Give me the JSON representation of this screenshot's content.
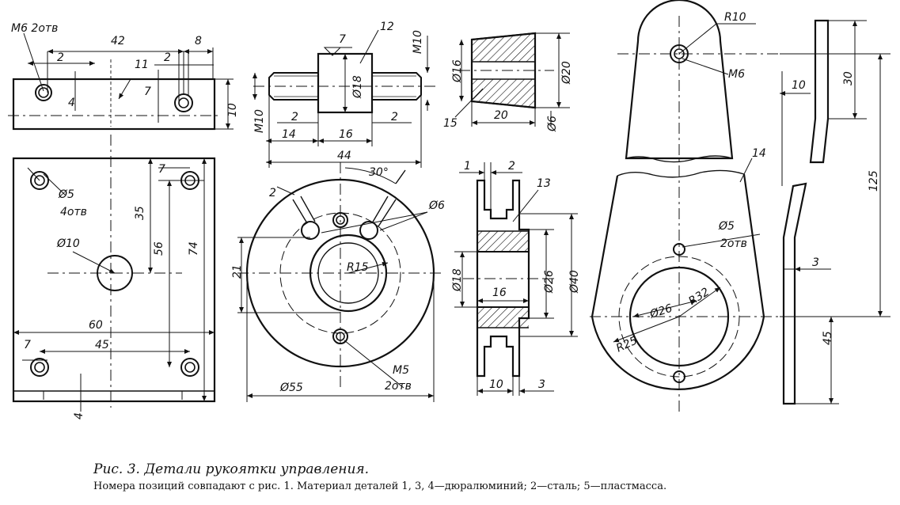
{
  "figure": {
    "caption_title": "Рис. 3. Детали рукоятки управления.",
    "caption_text": "Номера позиций совпадают с рис. 1. Материал деталей 1, 3, 4—дюралюминий; 2—сталь; 5—пластмасса."
  },
  "part11": {
    "item": "11",
    "labels": [
      "M6 2отв",
      "42",
      "8",
      "2",
      "2",
      "4",
      "7",
      "10",
      "7",
      "Ø5",
      "4отв",
      "35",
      "56",
      "74",
      "Ø10",
      "60",
      "45",
      "7",
      "4"
    ]
  },
  "part12": {
    "item": "12",
    "labels": [
      "7",
      "M10",
      "Ø18",
      "M10",
      "2",
      "2",
      "14",
      "16",
      "44"
    ]
  },
  "part15": {
    "item": "15",
    "labels": [
      "Ø16",
      "Ø20",
      "20",
      "Ø6"
    ]
  },
  "part_disc": {
    "labels": [
      "30°",
      "2",
      "Ø6",
      "21",
      "R15",
      "M5",
      "2отв",
      "Ø55"
    ]
  },
  "part13": {
    "item": "13",
    "labels": [
      "1",
      "2",
      "Ø18",
      "16",
      "Ø26",
      "Ø40",
      "10",
      "3"
    ]
  },
  "part14": {
    "item": "14",
    "labels": [
      "R10",
      "M6",
      "Ø5",
      "2отв",
      "Ø26",
      "R32",
      "R25"
    ]
  },
  "part14_side": {
    "labels": [
      "30",
      "10",
      "125",
      "3",
      "45"
    ]
  }
}
